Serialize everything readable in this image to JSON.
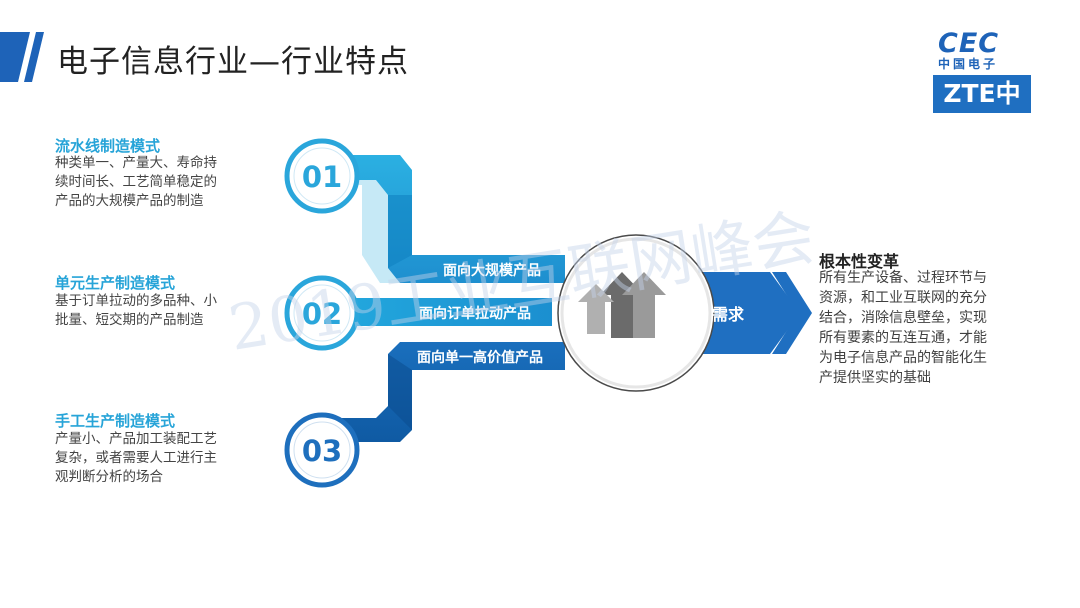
{
  "header": {
    "title": "电子信息行业—行业特点"
  },
  "logos": {
    "cec_text": "CEC",
    "cec_cn": "中国电子",
    "zte_text": "ZTE中兴"
  },
  "modes": [
    {
      "number": "01",
      "title": "流水线制造模式",
      "desc": [
        "种类单一、产量大、寿命持",
        "续时间长、工艺简单稳定的",
        "产品的大规模产品的制造"
      ],
      "flow_label": "面向大规模产品"
    },
    {
      "number": "02",
      "title": "单元生产制造模式",
      "desc": [
        "基于订单拉动的多品种、小",
        "批量、短交期的产品制造"
      ],
      "flow_label": "面向订单拉动产品"
    },
    {
      "number": "03",
      "title": "手工生产制造模式",
      "desc": [
        "产量小、产品加工装配工艺",
        "复杂，或者需要人工进行主",
        "观判断分析的场合"
      ],
      "flow_label": "面向单一高价值产品"
    }
  ],
  "center": {
    "demand_label": "需求",
    "icon": "upward-arrows-icon"
  },
  "right": {
    "title": "根本性变革",
    "desc": [
      "所有生产设备、过程环节与",
      "资源，和工业互联网的充分",
      "结合，消除信息壁垒，实现",
      "所有要素的互连互通，才能",
      "为电子信息产品的智能化生",
      "产提供坚实的基础"
    ]
  },
  "watermark": "2019工业互联网峰会",
  "colors": {
    "accent": "#1e63b8",
    "light_blue": "#27a4d8",
    "dark_blue": "#0f57a0"
  }
}
